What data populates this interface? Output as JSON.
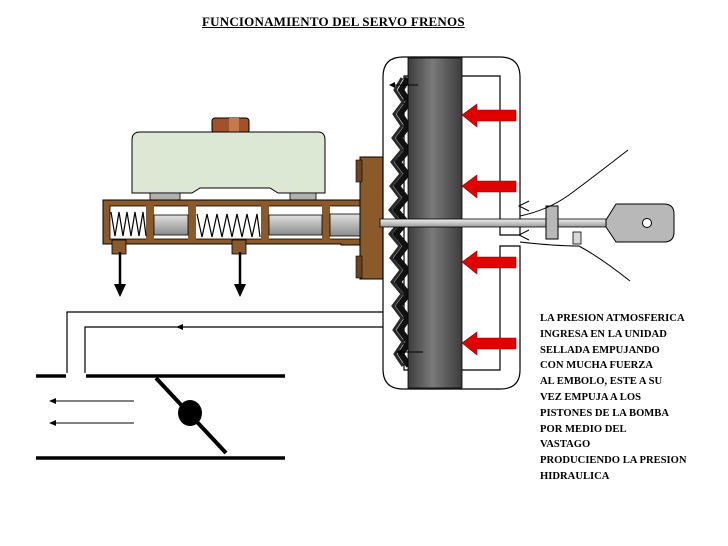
{
  "title": "FUNCIONAMIENTO DEL SERVO FRENOS",
  "explanation_lines": [
    "LA PRESION ATMOSFERICA",
    "INGRESA EN LA UNIDAD",
    "SELLADA  EMPUJANDO",
    "CON MUCHA FUERZA",
    "AL EMBOLO, ESTE A SU",
    "VEZ EMPUJA A LOS",
    "PISTONES DE LA BOMBA",
    "POR MEDIO DEL",
    "VASTAGO",
    "PRODUCIENDO LA PRESION",
    "HIDRAULICA"
  ],
  "colors": {
    "reservoir_fill": "#dde8d4",
    "master_cylinder_body": "#8b5a2b",
    "booster_diaphragm": "#5a5a5a",
    "atmospheric_arrows": "#e00000",
    "piston": "#b0b0b0",
    "spring": "#000000"
  },
  "icons": {
    "fluid_flow_arrow": "arrow-left-icon",
    "brake_line_arrow": "arrow-down-icon",
    "pressure_arrow": "red-arrow-left-icon",
    "valve": "butterfly-valve-icon"
  }
}
